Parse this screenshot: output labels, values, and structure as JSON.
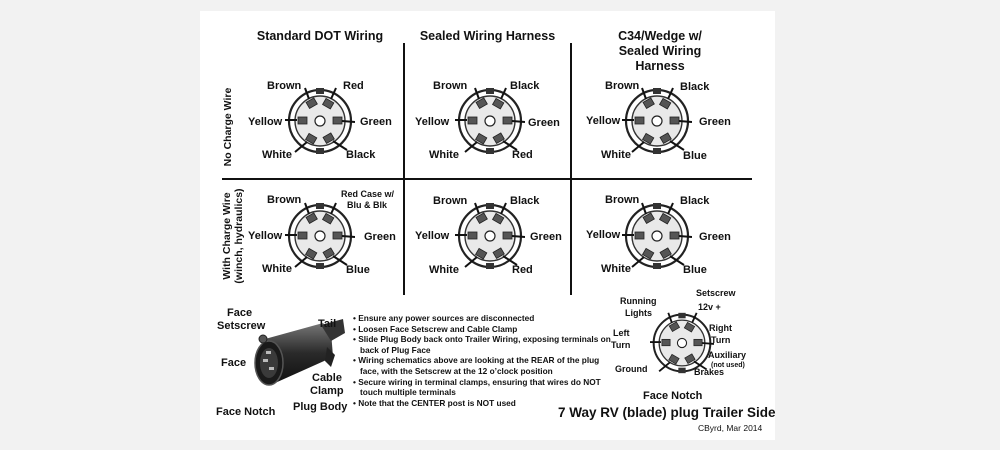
{
  "columns": [
    "Standard DOT Wiring",
    "Sealed Wiring Harness",
    "C34/Wedge w/ Sealed Wiring Harness"
  ],
  "rows": [
    {
      "label": "No Charge Wire",
      "label2": ""
    },
    {
      "label": "With Charge Wire",
      "label2": "(winch, hydraulics)"
    }
  ],
  "diagrams": [
    [
      {
        "top_left": "Brown",
        "top_right": "Red",
        "left": "Yellow",
        "right": "Green",
        "bottom_left": "White",
        "bottom_right": "Black"
      },
      {
        "top_left": "Brown",
        "top_right": "Black",
        "left": "Yellow",
        "right": "Green",
        "bottom_left": "White",
        "bottom_right": "Red"
      },
      {
        "top_left": "Brown",
        "top_right": "Black",
        "left": "Yellow",
        "right": "Green",
        "bottom_left": "White",
        "bottom_right": "Blue"
      }
    ],
    [
      {
        "top_left": "Brown",
        "top_right": "Red Case w/",
        "top_right2": "Blu & Blk",
        "left": "Yellow",
        "right": "Green",
        "bottom_left": "White",
        "bottom_right": "Blue"
      },
      {
        "top_left": "Brown",
        "top_right": "Black",
        "left": "Yellow",
        "right": "Green",
        "bottom_left": "White",
        "bottom_right": "Red"
      },
      {
        "top_left": "Brown",
        "top_right": "Black",
        "left": "Yellow",
        "right": "Green",
        "bottom_left": "White",
        "bottom_right": "Blue"
      }
    ]
  ],
  "plug_parts": {
    "face_setscrew_1": "Face",
    "face_setscrew_2": "Setscrew",
    "tail": "Tail",
    "face": "Face",
    "cable_clamp_1": "Cable",
    "cable_clamp_2": "Clamp",
    "plug_body": "Plug Body",
    "face_notch": "Face Notch"
  },
  "notes": [
    "Ensure any power sources are disconnected",
    "Loosen Face Setscrew and Cable Clamp",
    "Slide Plug Body back onto Trailer Wiring, exposing terminals on back of Plug Face",
    "Wiring schematics above are looking at the REAR of the plug face, with the Setscrew at the 12 o’clock position",
    "Secure wiring in terminal clamps, ensuring that wires do NOT touch multiple terminals",
    "Note that the CENTER post is NOT used"
  ],
  "functions": {
    "running_lights_1": "Running",
    "running_lights_2": "Lights",
    "setscrew": "Setscrew",
    "twelve_v": "12v +",
    "left_turn_1": "Left",
    "left_turn_2": "Turn",
    "right_turn_1": "Right",
    "right_turn_2": "Turn",
    "auxiliary": "Auxiliary",
    "not_used": "(not used)",
    "ground": "Ground",
    "brakes": "Brakes",
    "face_notch": "Face Notch"
  },
  "footer": {
    "title": "7 Way RV (blade) plug Trailer Side",
    "credit": "CByrd, Mar 2014"
  }
}
